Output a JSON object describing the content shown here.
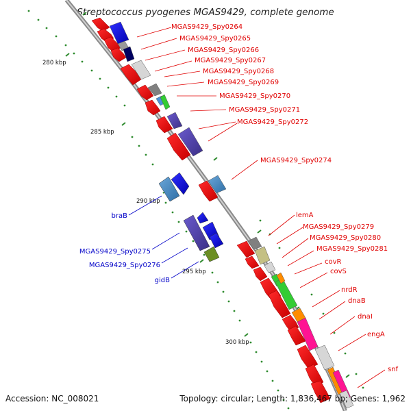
{
  "title": "Streptococcus pyogenes MGAS9429, complete genome",
  "footer": {
    "accession": "Accession: NC_008021",
    "topology": "Topology: circular; Length: 1,836,467 bp; Genes: 1,962"
  },
  "ticks": [
    "280 kbp",
    "285 kbp",
    "290 kbp",
    "295 kbp",
    "300 kbp"
  ],
  "forward_labels": [
    "MGAS9429_Spy0264",
    "MGAS9429_Spy0265",
    "MGAS9429_Spy0266",
    "MGAS9429_Spy0267",
    "MGAS9429_Spy0268",
    "MGAS9429_Spy0269",
    "MGAS9429_Spy0270",
    "MGAS9429_Spy0271",
    "MGAS9429_Spy0272",
    "MGAS9429_Spy0274",
    "lemA",
    "MGAS9429_Spy0279",
    "MGAS9429_Spy0280",
    "MGAS9429_Spy0281",
    "covR",
    "covS",
    "nrdR",
    "dnaB",
    "dnaI",
    "engA",
    "snf"
  ],
  "reverse_labels": [
    "braB",
    "MGAS9429_Spy0275",
    "MGAS9429_Spy0276",
    "gidB"
  ],
  "colors": {
    "forward_label": "#e00000",
    "reverse_label": "#0000c8",
    "backbone": "#8a8a8a",
    "tick_dots": "#2e8b2e"
  }
}
